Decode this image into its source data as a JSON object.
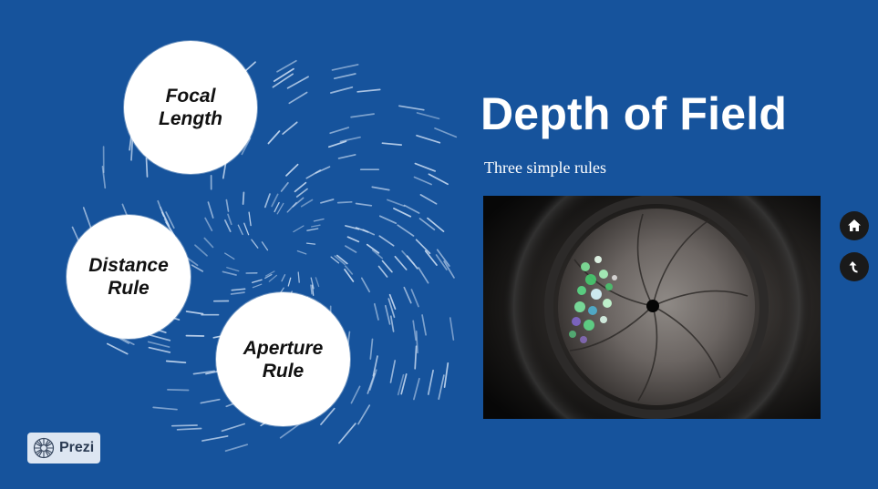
{
  "presentation": {
    "title": "Depth of Field",
    "subtitle": "Three simple rules"
  },
  "topics": [
    {
      "label": "Focal\nLength"
    },
    {
      "label": "Distance\nRule"
    },
    {
      "label": "Aperture\nRule"
    }
  ],
  "navigation": {
    "home_icon": "home-icon",
    "back_icon": "back-arrow-icon"
  },
  "branding": {
    "label": "Prezi",
    "icon": "prezi-logo-icon"
  },
  "image": {
    "subject": "camera-aperture-blades"
  },
  "colors": {
    "background": "#16539c",
    "circle": "#ffffff",
    "text": "#ffffff",
    "nav_button": "#1a1a1a"
  }
}
